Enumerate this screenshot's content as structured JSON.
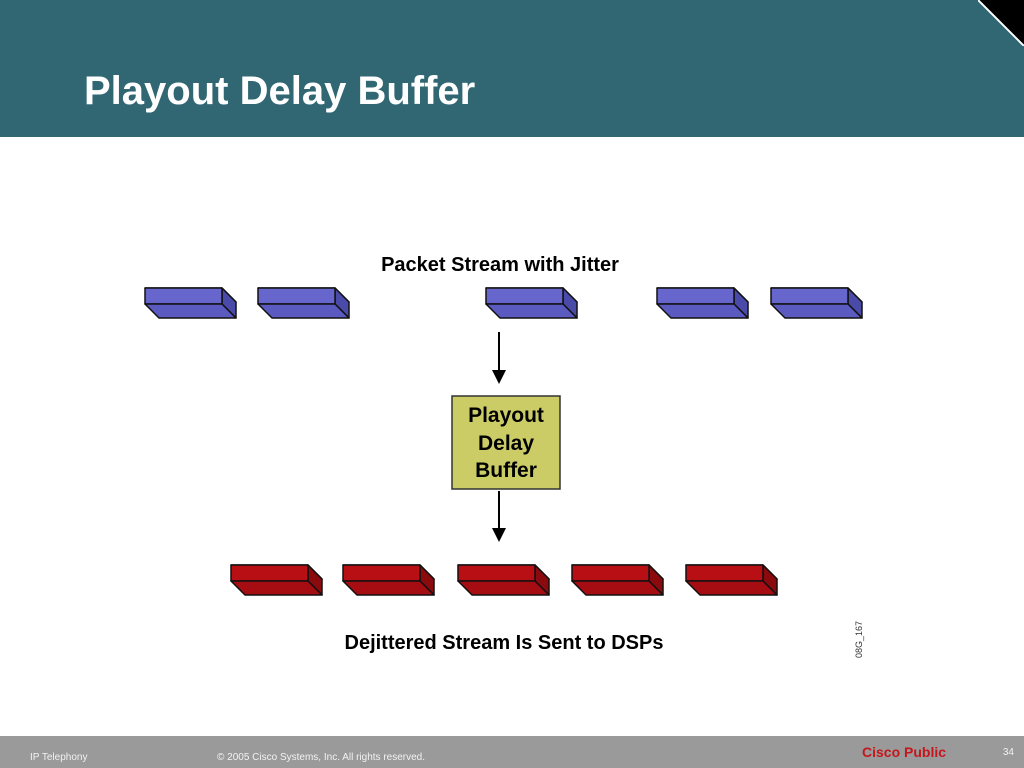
{
  "slide": {
    "title": "Playout Delay Buffer"
  },
  "diagram": {
    "top_label": "Packet Stream with Jitter",
    "buffer_label_lines": [
      "Playout",
      "Delay",
      "Buffer"
    ],
    "bottom_label": "Dejittered Stream Is Sent to DSPs",
    "figure_code": "08G_167",
    "input_packet_count": 5,
    "output_packet_count": 5,
    "colors": {
      "input_packet_front": "#6666cc",
      "input_packet_top": "#8585dd",
      "input_packet_side": "#4a4aa8",
      "output_packet_front": "#b80f14",
      "output_packet_top": "#d22a2e",
      "output_packet_side": "#8a0a0e",
      "buffer_fill": "#cccc66",
      "outline": "#111111"
    }
  },
  "footer": {
    "left_text": "IP Telephony",
    "copyright": "© 2005 Cisco Systems, Inc. All rights reserved.",
    "classification": "Cisco Public",
    "page_number": "34"
  },
  "colors": {
    "header_bg": "#306773",
    "footer_bg": "#9a9a9a",
    "classification_text": "#c4161c"
  }
}
